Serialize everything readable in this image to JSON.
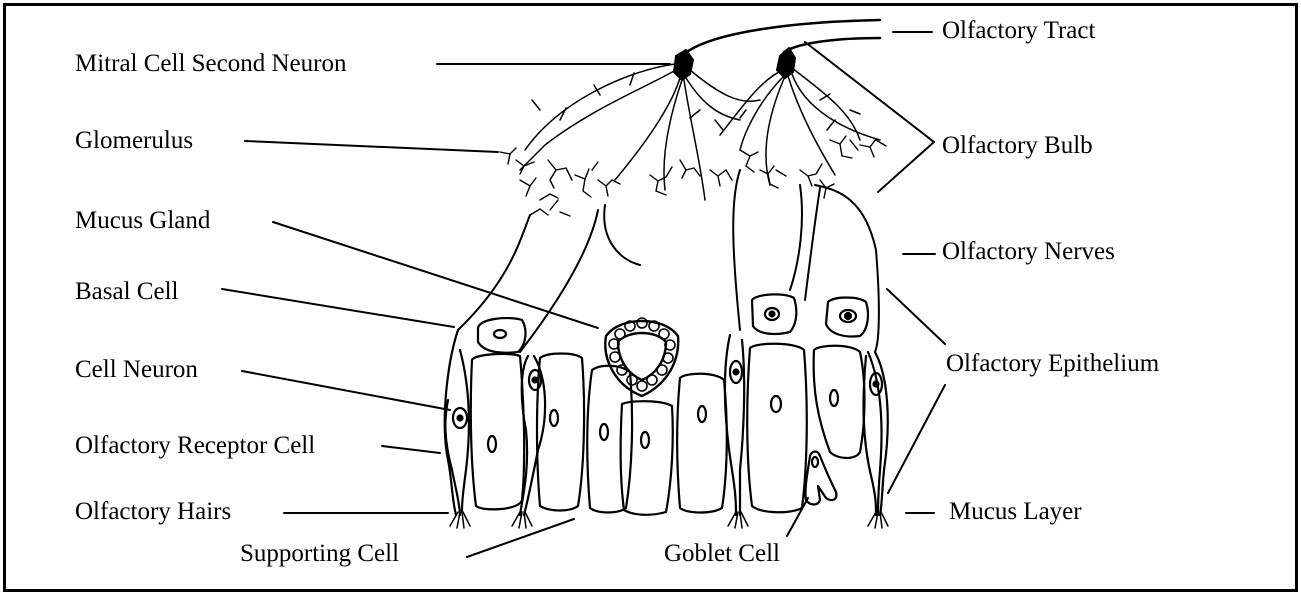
{
  "diagram": {
    "labels": {
      "mitral_cell": "Mitral Cell Second Neuron",
      "glomerulus": "Glomerulus",
      "mucus_gland": "Mucus Gland",
      "basal_cell": "Basal Cell",
      "cell_neuron": "Cell Neuron",
      "receptor_cell": "Olfactory Receptor Cell",
      "olfactory_hairs": "Olfactory Hairs",
      "supporting_cell": "Supporting Cell",
      "goblet_cell": "Goblet Cell",
      "olfactory_tract": "Olfactory Tract",
      "olfactory_bulb": "Olfactory Bulb",
      "olfactory_nerves": "Olfactory Nerves",
      "olfactory_epithelium": "Olfactory Epithelium",
      "mucus_layer": "Mucus Layer"
    },
    "colors": {
      "ink": "#000000",
      "background": "#ffffff"
    }
  }
}
